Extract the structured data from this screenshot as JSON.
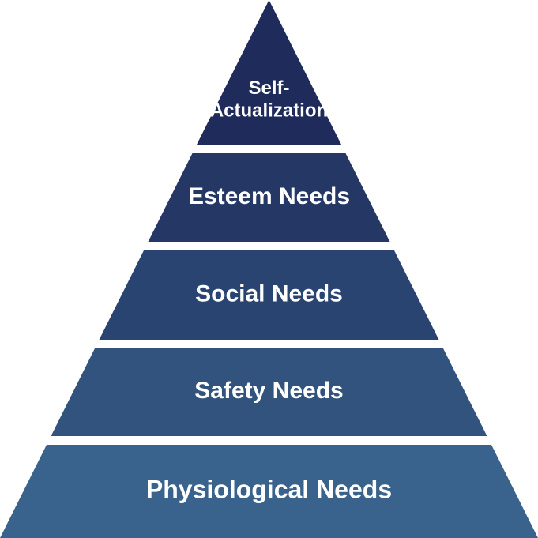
{
  "pyramid": {
    "tiers": [
      {
        "id": "self-actualization",
        "label_lines": [
          "Self-",
          "Actualization"
        ],
        "color": "#1f2b5a"
      },
      {
        "id": "esteem",
        "label_lines": [
          "Esteem Needs"
        ],
        "color": "#243765"
      },
      {
        "id": "social",
        "label_lines": [
          "Social Needs"
        ],
        "color": "#2a4472"
      },
      {
        "id": "safety",
        "label_lines": [
          "Safety Needs"
        ],
        "color": "#31537e"
      },
      {
        "id": "physiological",
        "label_lines": [
          "Physiological Needs"
        ],
        "color": "#39628c"
      }
    ]
  }
}
